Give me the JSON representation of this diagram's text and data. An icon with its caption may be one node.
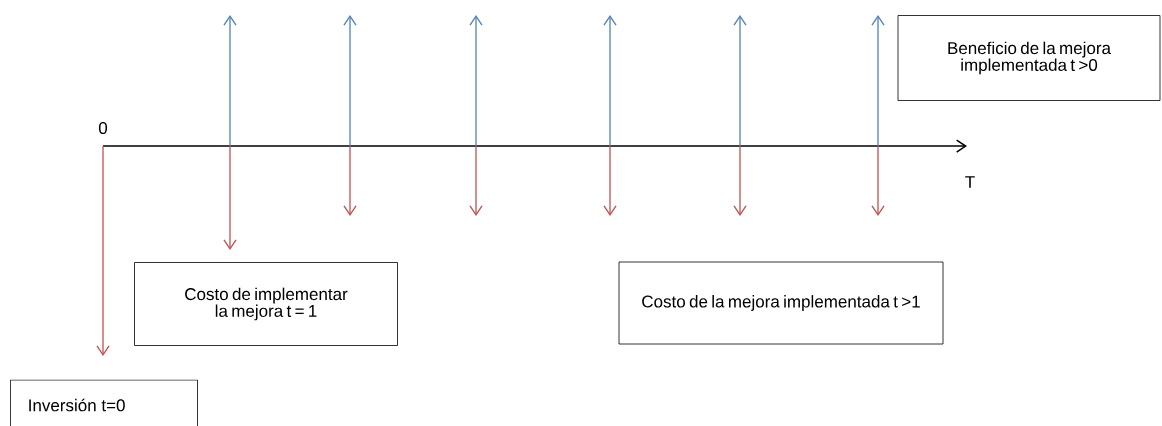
{
  "diagram": {
    "nodes": [
      {
        "text": [
          "Beneficio de la mejora implementada t >0"
        ]
      },
      {
        "text": [
          "Costo de implementar la mejora t = 1"
        ]
      },
      {
        "text": [
          "Costo de la mejora implementada t >1"
        ]
      },
      {
        "text": [
          "Inversión t=0"
        ]
      }
    ],
    "labels": [
      "0",
      "T"
    ]
  }
}
